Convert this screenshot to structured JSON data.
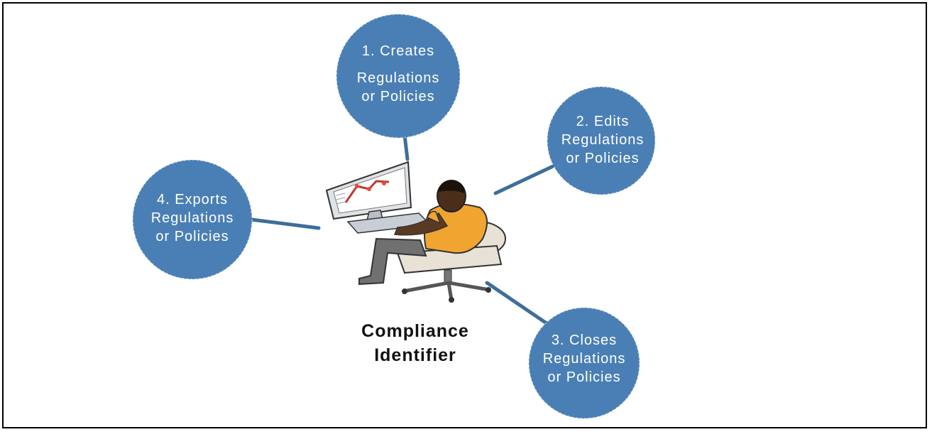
{
  "diagram": {
    "center_title_line1": "Compliance",
    "center_title_line2": "Identifier",
    "node_color": "#4a7fb5",
    "connector_color": "#3e6e9a",
    "nodes": [
      {
        "step": "1. Creates",
        "line2": "Regulations",
        "line3": "or Policies"
      },
      {
        "step": "2. Edits",
        "line2": "Regulations",
        "line3": "or Policies"
      },
      {
        "step": "3. Closes",
        "line2": "Regulations",
        "line3": "or Policies"
      },
      {
        "step": "4. Exports",
        "line2": "Regulations",
        "line3": "or Policies"
      }
    ],
    "center_icon": "person-at-computer-icon"
  }
}
